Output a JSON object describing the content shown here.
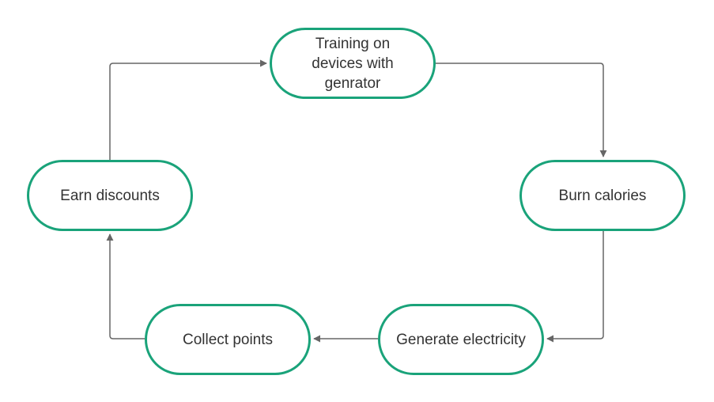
{
  "diagram": {
    "colors": {
      "node_border": "#1aa37a",
      "connector": "#666666",
      "text": "#333333",
      "background": "#ffffff"
    },
    "nodes": [
      {
        "id": "training",
        "label": "Training on\ndevices with\ngenrator"
      },
      {
        "id": "burn",
        "label": "Burn calories"
      },
      {
        "id": "generate",
        "label": "Generate electricity"
      },
      {
        "id": "collect",
        "label": "Collect points"
      },
      {
        "id": "earn",
        "label": "Earn discounts"
      }
    ],
    "edges": [
      {
        "from": "training",
        "to": "burn"
      },
      {
        "from": "burn",
        "to": "generate"
      },
      {
        "from": "generate",
        "to": "collect"
      },
      {
        "from": "collect",
        "to": "earn"
      },
      {
        "from": "earn",
        "to": "training"
      }
    ]
  }
}
